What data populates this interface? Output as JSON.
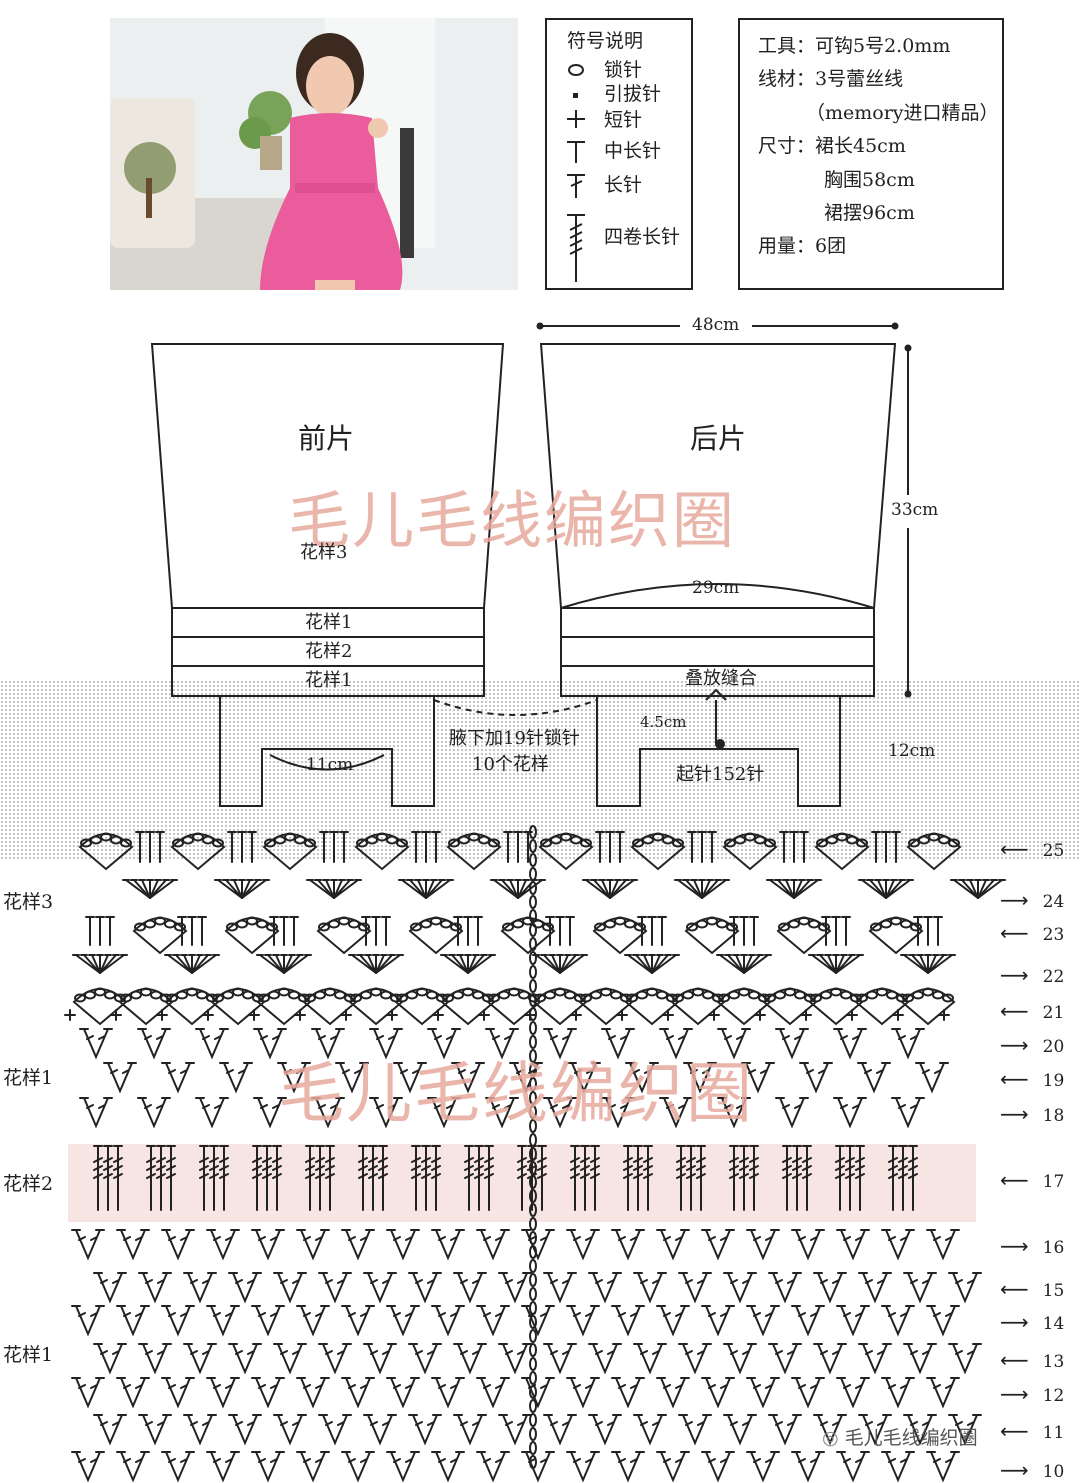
{
  "legend": {
    "title": "符号说明",
    "items": [
      {
        "icon": "chain-oval-icon",
        "label": "锁针"
      },
      {
        "icon": "slip-stitch-dot-icon",
        "label": "引拔针"
      },
      {
        "icon": "single-crochet-plus-icon",
        "label": "短针"
      },
      {
        "icon": "half-double-crochet-icon",
        "label": "中长针"
      },
      {
        "icon": "double-crochet-icon",
        "label": "长针"
      },
      {
        "icon": "quadruple-treble-icon",
        "label": "四卷长针"
      }
    ]
  },
  "materials": {
    "tool": "工具：可钩5号2.0mm",
    "yarn": "线材：3号蕾丝线",
    "yarn_note": "（memory进口精品）",
    "size": "尺寸：裙长45cm",
    "chest": "胸围58cm",
    "hem": "裙摆96cm",
    "amount": "用量：6团"
  },
  "schematic": {
    "front_title": "前片",
    "back_title": "后片",
    "pattern3": "花样3",
    "pattern1_top": "花样1",
    "pattern2": "花样2",
    "pattern1_bottom": "花样1",
    "seam": "叠放缝合",
    "width_top": "48cm",
    "height": "33cm",
    "waist": "29cm",
    "bodice_height": "12cm",
    "strap_depth": "4.5cm",
    "armhole_width": "11cm",
    "underarm_1": "腋下加19针锁针",
    "underarm_2": "10个花样",
    "start_chain": "起针152针",
    "watermark": "毛儿毛线编织圈"
  },
  "chart": {
    "watermark": "毛儿毛线编织圈",
    "side_labels": [
      "花样3",
      "花样1",
      "花样2",
      "花样1"
    ],
    "rows": [
      {
        "n": "25",
        "dir": "left"
      },
      {
        "n": "24",
        "dir": "right"
      },
      {
        "n": "23",
        "dir": "left"
      },
      {
        "n": "22",
        "dir": "right"
      },
      {
        "n": "21",
        "dir": "left"
      },
      {
        "n": "20",
        "dir": "right"
      },
      {
        "n": "19",
        "dir": "left"
      },
      {
        "n": "18",
        "dir": "right"
      },
      {
        "n": "17",
        "dir": "left"
      },
      {
        "n": "16",
        "dir": "right"
      },
      {
        "n": "15",
        "dir": "left"
      },
      {
        "n": "14",
        "dir": "right"
      },
      {
        "n": "13",
        "dir": "left"
      },
      {
        "n": "12",
        "dir": "right"
      },
      {
        "n": "11",
        "dir": "left"
      },
      {
        "n": "10",
        "dir": "right"
      }
    ],
    "credit": "毛儿毛线编织圈"
  }
}
